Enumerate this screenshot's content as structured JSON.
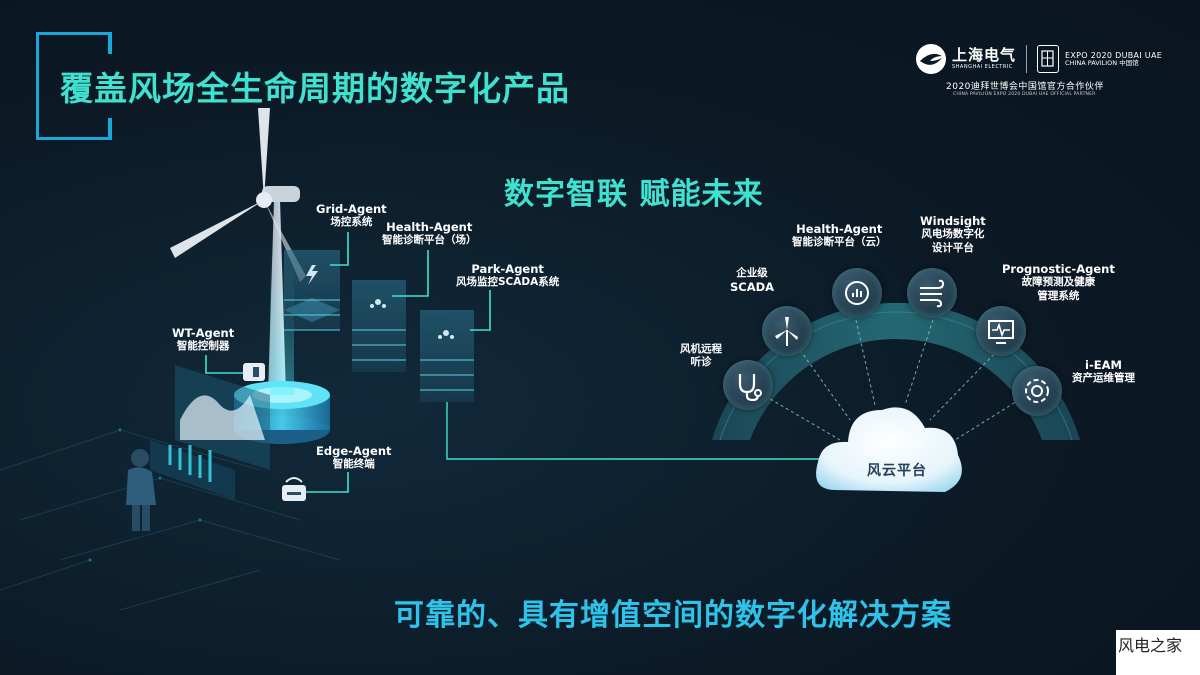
{
  "title": "覆盖风场全生命周期的数字化产品",
  "slogan": "数字智联 赋能未来",
  "tagline": "可靠的、具有增值空间的数字化解决方案",
  "logo": {
    "shanghai_electric_cn": "上海电气",
    "shanghai_electric_en": "SHANGHAI ELECTRIC",
    "expo_line1": "EXPO 2020 DUBAI UAE",
    "expo_line2": "CHINA PAVILION 中国馆",
    "partner_cn": "2020迪拜世博会中国馆官方合作伙伴",
    "partner_en": "CHINA PAVILION EXPO 2020 DUBAI UAE OFFICIAL PARTNER"
  },
  "left_labels": {
    "grid_agent": {
      "name": "Grid-Agent",
      "desc": "场控系统"
    },
    "health_agent_field": {
      "name": "Health-Agent",
      "desc": "智能诊断平台（场）"
    },
    "park_agent": {
      "name": "Park-Agent",
      "desc": "风场监控SCADA系统"
    },
    "wt_agent": {
      "name": "WT-Agent",
      "desc": "智能控制器"
    },
    "edge_agent": {
      "name": "Edge-Agent",
      "desc": "智能终端"
    }
  },
  "arc_labels": {
    "remote_diag": {
      "line1": "风机远程",
      "line2": "听诊"
    },
    "enterprise_scada": {
      "line1": "企业级",
      "line2": "SCADA"
    },
    "health_agent_cloud": {
      "line1": "Health-Agent",
      "line2": "智能诊断平台（云）"
    },
    "windsight": {
      "line1": "Windsight",
      "line2": "风电场数字化",
      "line3": "设计平台"
    },
    "prognostic_agent": {
      "line1": "Prognostic-Agent",
      "line2": "故障预测及健康",
      "line3": "管理系统"
    },
    "ieam": {
      "line1": "i-EAM",
      "line2": "资产运维管理"
    }
  },
  "cloud_platform": "风云平台",
  "watermark": "风电之家",
  "icons": [
    "stethoscope-icon",
    "wind-turbine-icon",
    "analytics-icon",
    "wind-icon",
    "monitor-pulse-icon",
    "gear-icon",
    "lightning-icon",
    "network-icon",
    "router-icon",
    "controller-icon"
  ],
  "colors": {
    "accent_teal": "#3fe2d0",
    "accent_blue": "#2ec3ea",
    "background": "#0c1a26"
  }
}
